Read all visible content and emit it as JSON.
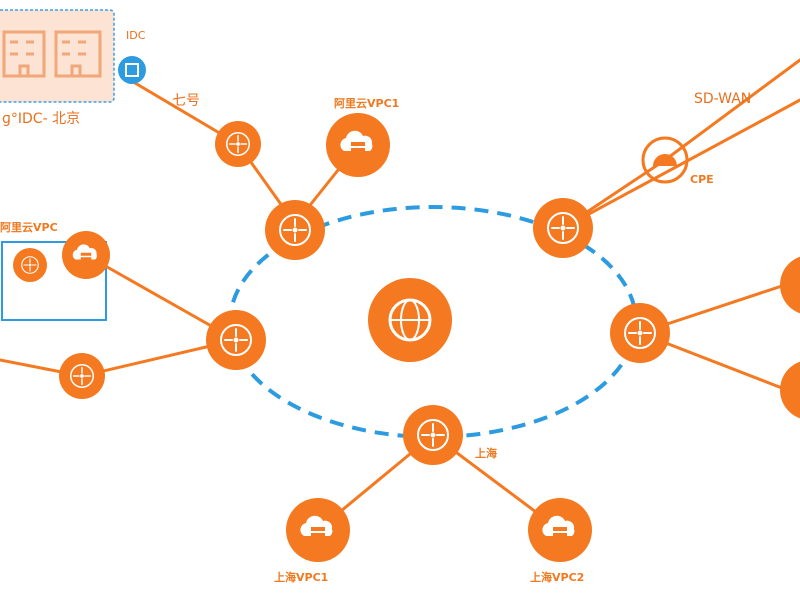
{
  "colors": {
    "accent": "#f47920",
    "accent_light": "#fbb67f",
    "ring": "#2d9be0",
    "link": "#f47920",
    "building_fill": "#fde3d3",
    "building_border": "#3aa0e6"
  },
  "labels": {
    "building_tag": "IDC",
    "building_caption": "ɡ°IDC- 北京",
    "top_left_link": "七号",
    "cloud_top": "阿里云VPC1",
    "left_box_caption": "阿里云VPC",
    "cloud_bottom_left": "上海VPC1",
    "cloud_bottom_right": "上海VPC2",
    "top_right_text": "SD-WAN",
    "top_right_router": "CPE",
    "right_bottom_label": "上海"
  },
  "icons": {
    "hub": "globe-refresh-icon",
    "router": "router-icon",
    "cloud": "cloud-server-icon",
    "building": "building-icon",
    "lock": "lock-icon"
  }
}
